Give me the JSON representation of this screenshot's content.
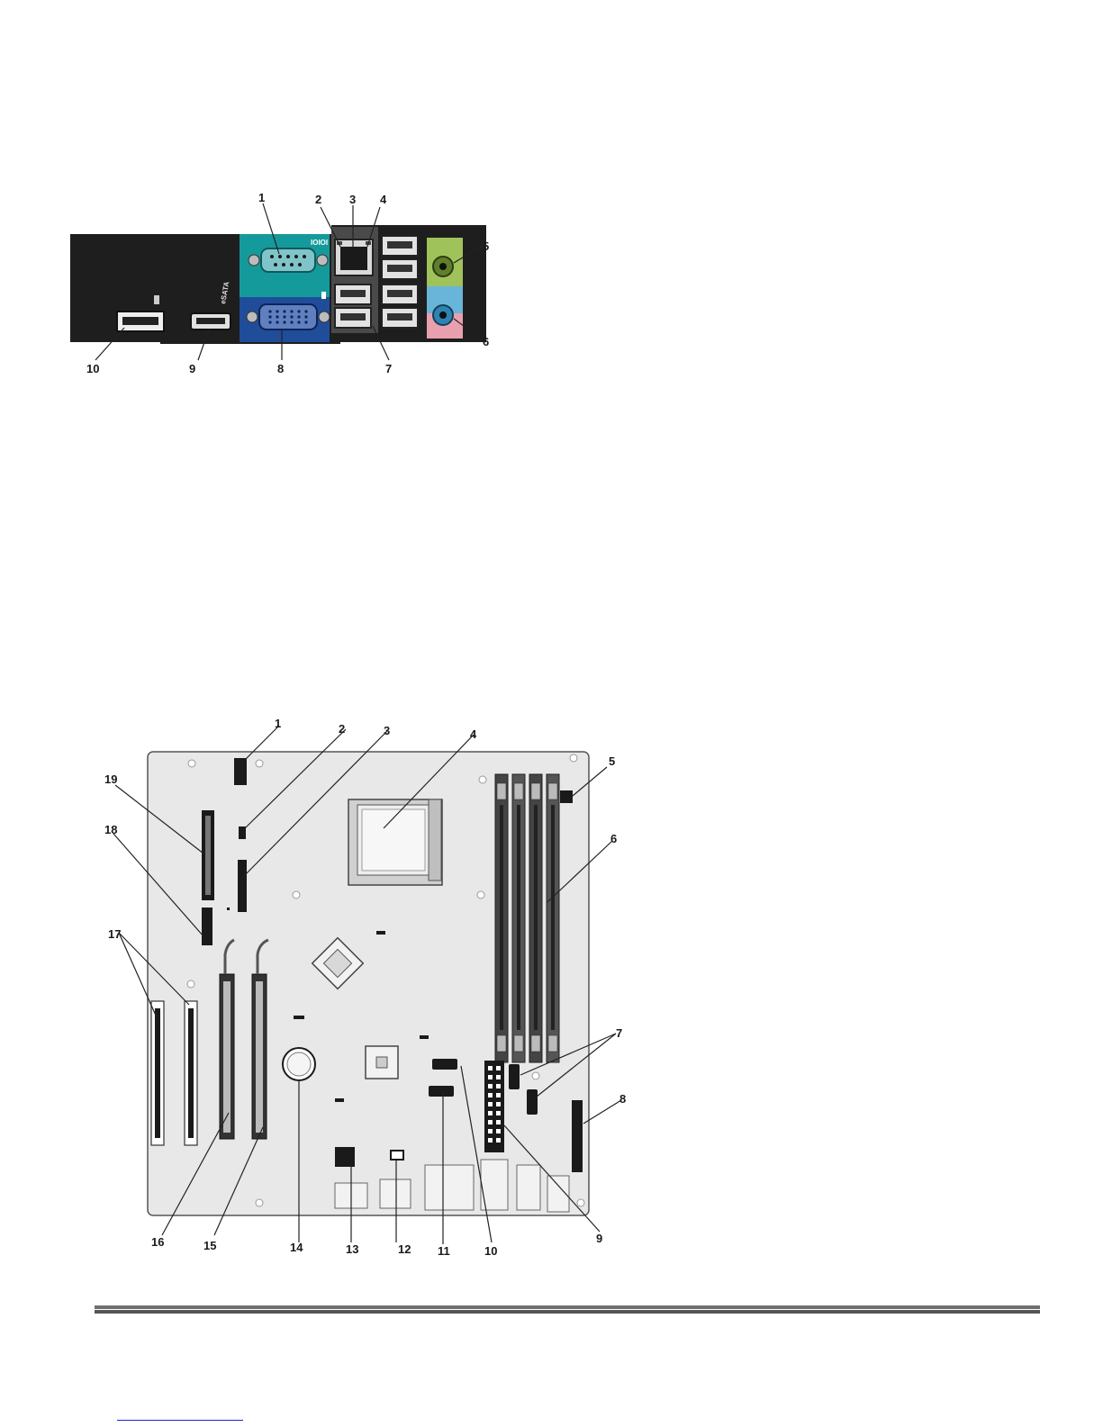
{
  "back_panel": {
    "port_label_serial": "IOIOI",
    "port_label_esata": "eSATA",
    "callouts": [
      "1",
      "2",
      "3",
      "4",
      "5",
      "6",
      "7",
      "8",
      "9",
      "10"
    ]
  },
  "motherboard": {
    "callouts": [
      "1",
      "2",
      "3",
      "4",
      "5",
      "6",
      "7",
      "8",
      "9",
      "10",
      "11",
      "12",
      "13",
      "14",
      "15",
      "16",
      "17",
      "18",
      "19"
    ]
  },
  "colors": {
    "panel": "#1e1e1e",
    "serial_bg": "#159a9c",
    "vga_bg": "#1f4d9a",
    "audio_green": "#9fc35a",
    "audio_blue": "#69b5d9",
    "audio_pink": "#e9a0ae",
    "board": "#e8e8e8"
  }
}
